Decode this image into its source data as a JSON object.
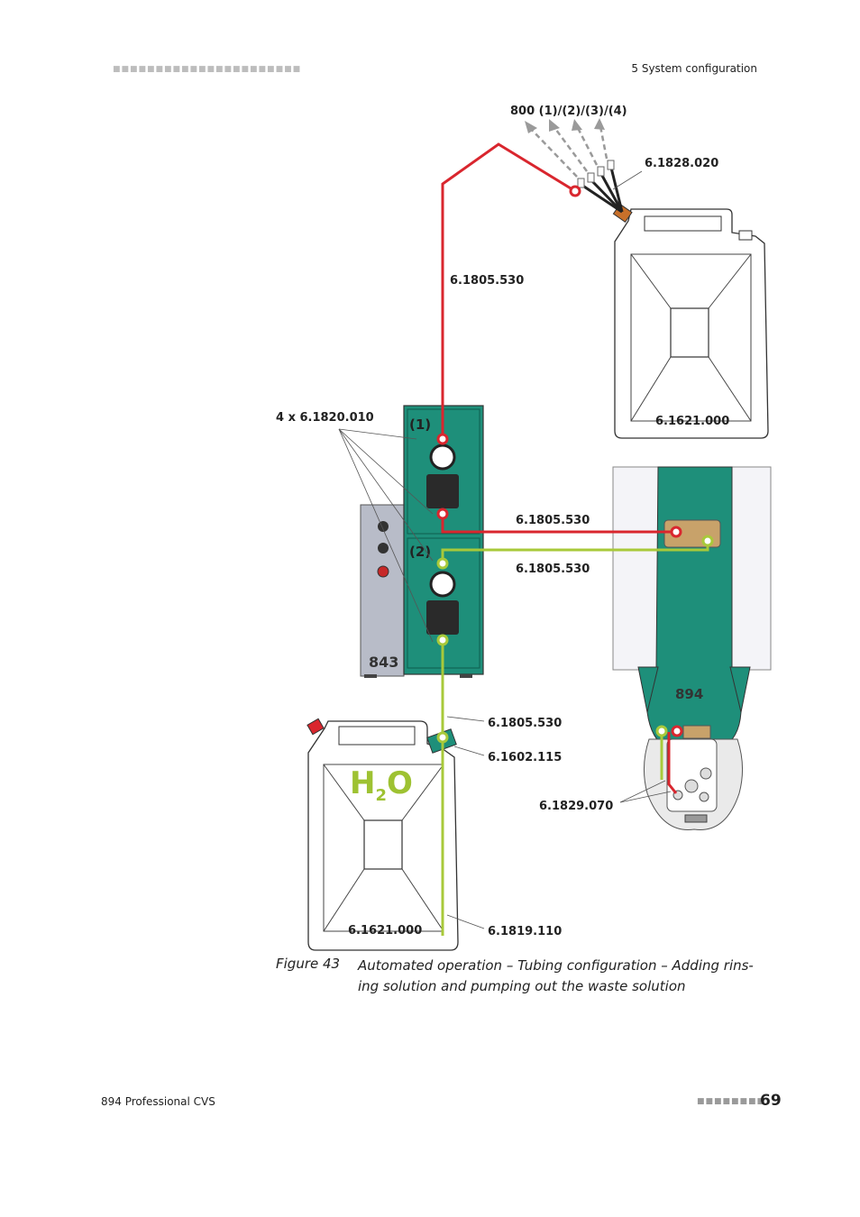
{
  "header": {
    "squares": "■■■■■■■■■■■■■■■■■■■■■■",
    "section": "5 System configuration"
  },
  "figure": {
    "labels": {
      "outlets": "800 (1)/(2)/(3)/(4)",
      "adapter": "6.1828.020",
      "tube_top": "6.1805.530",
      "connectors": "4 x 6.1820.010",
      "canister_waste": "6.1621.000",
      "pump1": "(1)",
      "pump2": "(2)",
      "tube_mid_red": "6.1805.530",
      "tube_mid_green": "6.1805.530",
      "dosino_model": "843",
      "cvs_model": "894",
      "tube_low": "6.1805.530",
      "cap": "6.1602.115",
      "aspiration": "6.1829.070",
      "h2o_h": "H",
      "h2o_sub": "2",
      "h2o_o": "O",
      "canister_water": "6.1621.000",
      "suction": "6.1819.110"
    },
    "colors": {
      "red_tube": "#d9262e",
      "green_tube": "#a8c93a",
      "device_teal": "#1e8f7a",
      "h2o_text": "#9ec232"
    }
  },
  "caption": {
    "number": "Figure 43",
    "text": "Automated operation – Tubing configuration – Adding rins-ing solution and pumping out the waste solution"
  },
  "footer": {
    "product": "894 Professional CVS",
    "squares": "■■■■■■■■",
    "page": "69"
  }
}
